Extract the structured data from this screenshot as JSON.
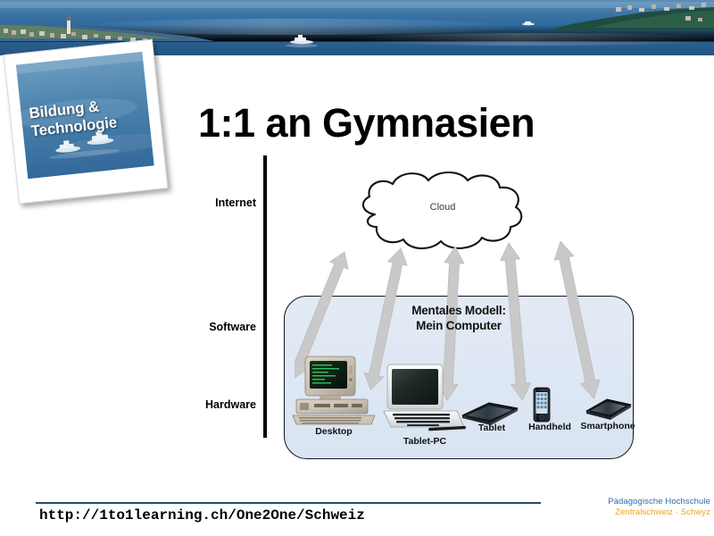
{
  "slide": {
    "title": "1:1 an Gymnasien",
    "background_color": "#ffffff"
  },
  "banner": {
    "name": "lake-panorama-photo",
    "description": "Panorama photo of a lake with boat, shoreline village and wooded peninsula",
    "water_color": "#2f6a9e",
    "sky_color": "#b9cfdf"
  },
  "polaroid": {
    "caption_line1": "Bildung &",
    "caption_line2": "Technologie",
    "caption_color": "#ffffff",
    "frame_color": "#ffffff",
    "photo_color": "#4b7fa8"
  },
  "axis": {
    "labels": [
      {
        "id": "internet",
        "label": "Internet"
      },
      {
        "id": "software",
        "label": "Software"
      },
      {
        "id": "hardware",
        "label": "Hardware"
      }
    ],
    "line_color": "#000000"
  },
  "diagram": {
    "cloud_label": "Cloud",
    "cloud_outline_color": "#111111",
    "box_label_line1": "Mentales Modell:",
    "box_label_line2": "Mein Computer",
    "box_fill_color": "#dde7f4",
    "box_border_color": "#12141a",
    "arrow_color": "#c7c7c7",
    "arrow_count": 5,
    "arrow_style": "double-headed",
    "devices": [
      {
        "id": "desktop",
        "label": "Desktop"
      },
      {
        "id": "tablet-pc",
        "label": "Tablet-PC"
      },
      {
        "id": "tablet",
        "label": "Tablet"
      },
      {
        "id": "handheld",
        "label": "Handheld"
      },
      {
        "id": "smartphone",
        "label": "Smartphone"
      }
    ]
  },
  "footer": {
    "url": "http://1to1learning.ch/One2One/Schweiz",
    "rule_color": "#1b4f72",
    "logo_line1": "Pädagogische Hochschule",
    "logo_line2": "Zentralschweiz · Schwyz",
    "logo_line1_color": "#2c6ca8",
    "logo_line2_color": "#e8a31c"
  }
}
